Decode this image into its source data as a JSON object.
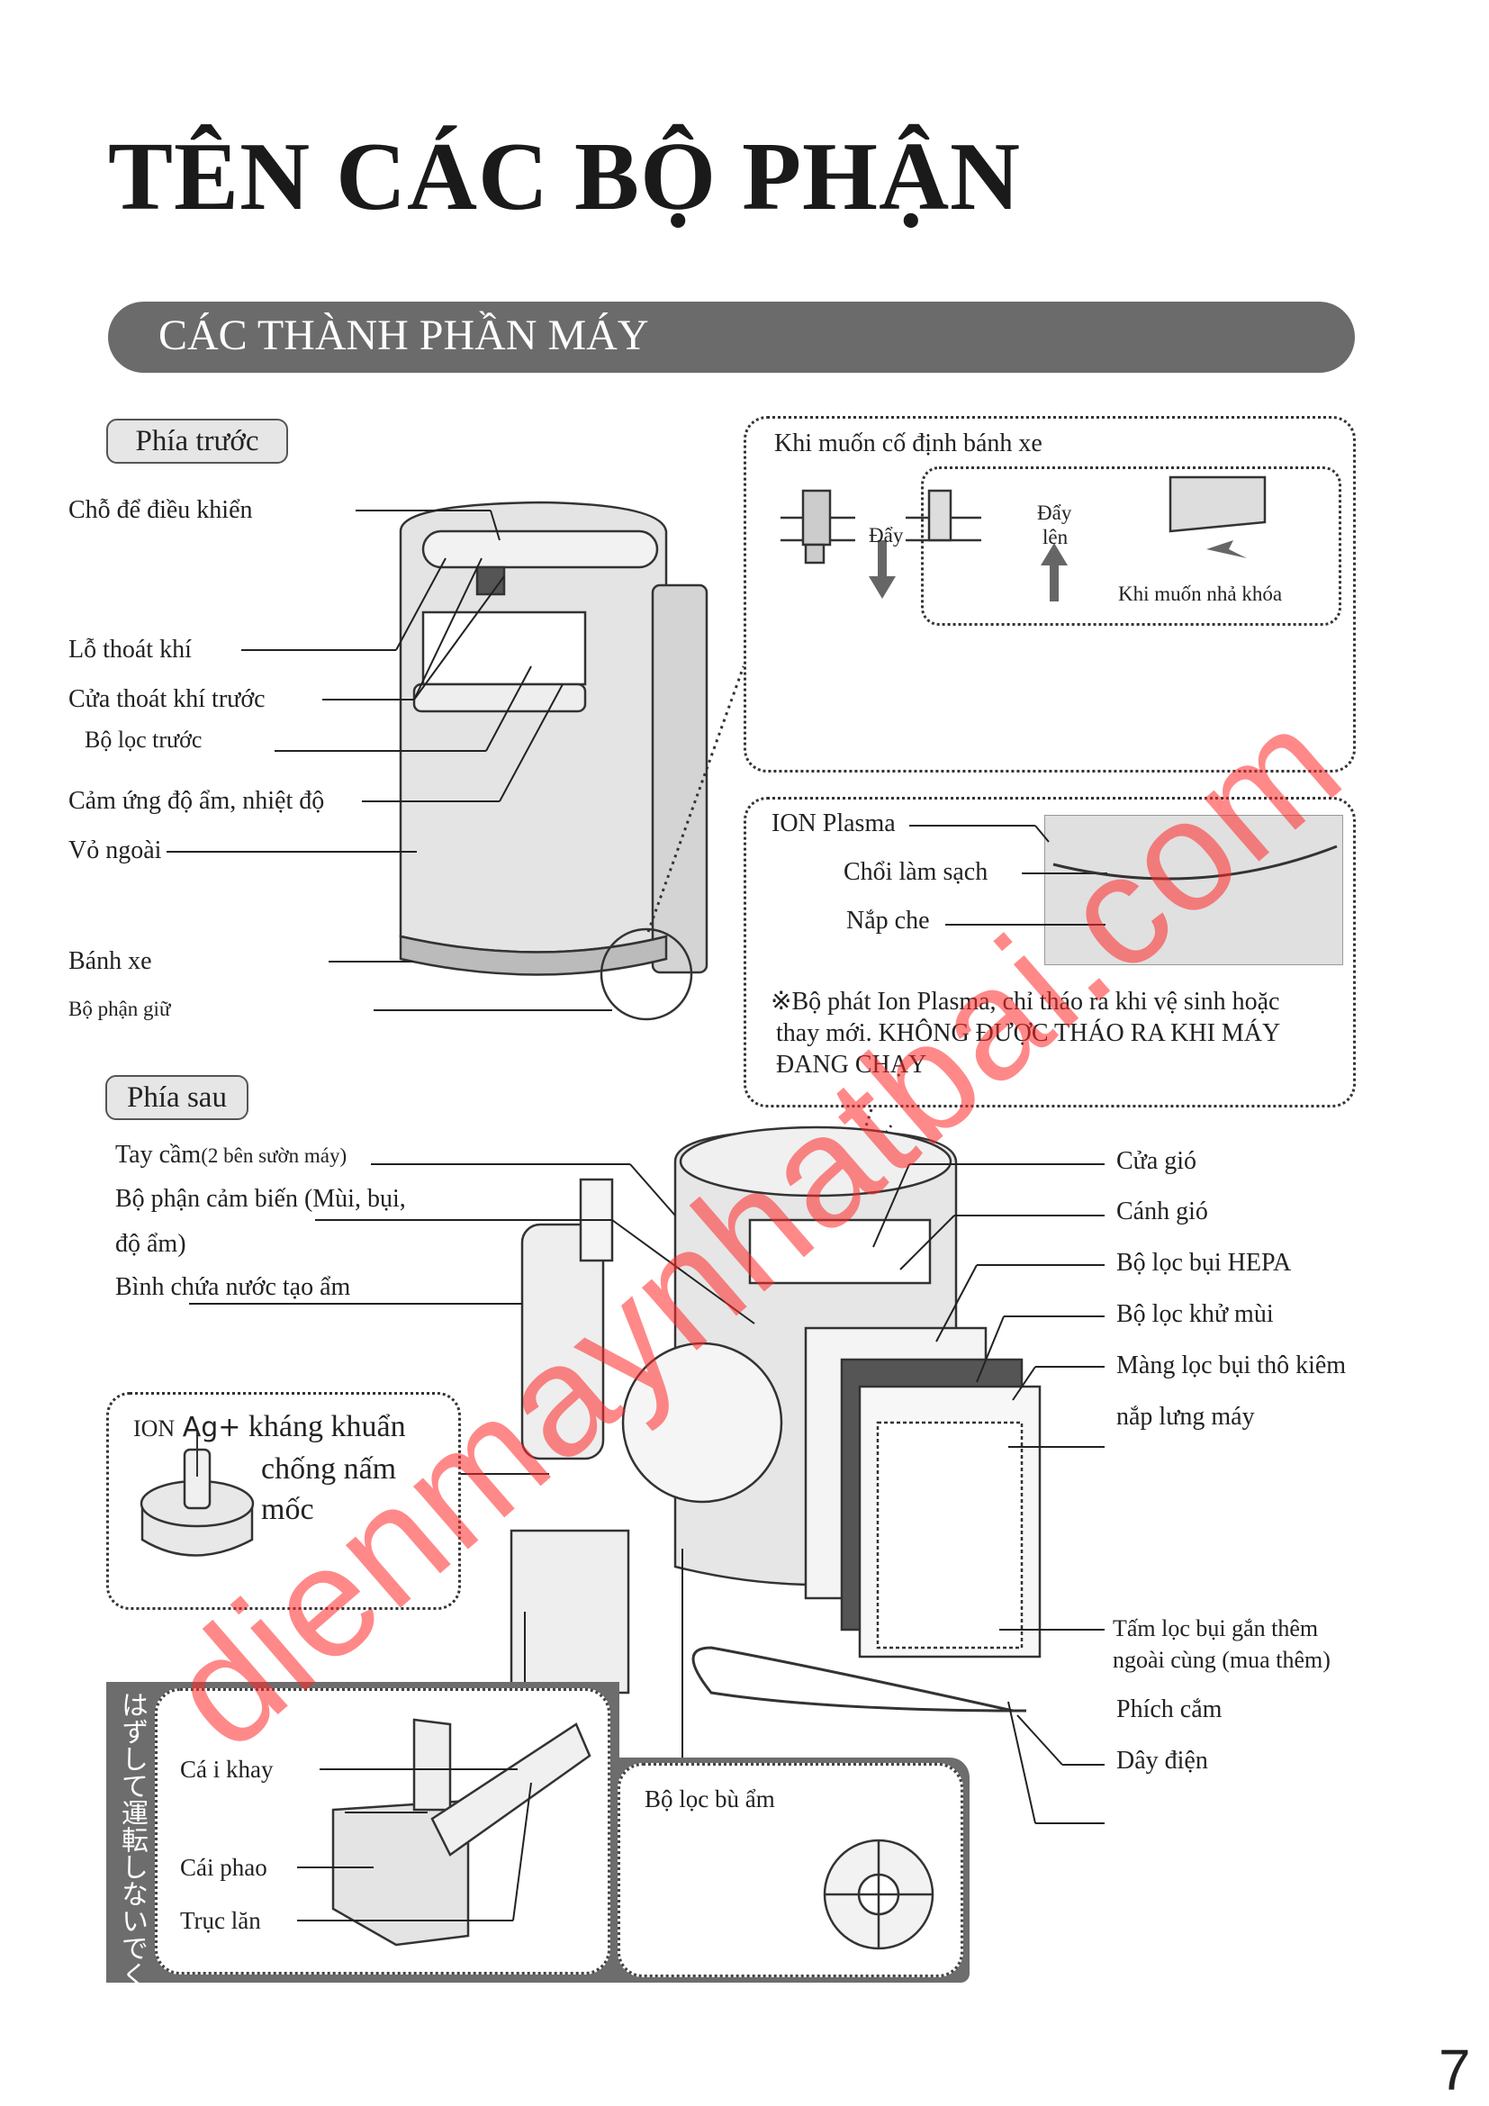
{
  "title": "TÊN CÁC BỘ PHẬN",
  "section": "CÁC THÀNH PHẦN MÁY",
  "front": {
    "heading": "Phía trước",
    "labels": [
      "Chỗ để điều khiển",
      "Lỗ thoát khí",
      "Cửa thoát khí trước",
      "Bộ lọc trước",
      "Cảm ứng độ ẩm, nhiệt độ",
      "Vỏ ngoài",
      "Bánh xe",
      "Bộ phận giữ"
    ]
  },
  "wheel_box": {
    "title": "Khi muốn cố định bánh xe",
    "push": "Đẩy",
    "push_up_1": "Đẩy",
    "push_up_2": "lên",
    "release": "Khi muốn nhả khóa"
  },
  "plasma_box": {
    "ion": "ION Plasma",
    "brush": "Chổi làm sạch",
    "cover": "Nắp che",
    "note_1": "※Bộ phát Ion Plasma, chỉ tháo ra khi vệ sinh hoặc",
    "note_2": "thay mới. KHÔNG ĐƯỢC THÁO RA KHI MÁY",
    "note_3": "ĐANG CHẠY"
  },
  "back": {
    "heading": "Phía sau",
    "left_labels": {
      "handle": "Tay cầm",
      "handle_note": "(2 bên sườn máy)",
      "sensor_1": "Bộ phận cảm biến (Mùi, bụi,",
      "sensor_2": "độ ẩm)",
      "tank": "Bình chứa nước tạo ẩm"
    },
    "right_labels": [
      "Cửa gió",
      "Cánh gió",
      "Bộ lọc bụi HEPA",
      "Bộ lọc khử mùi",
      "Màng lọc bụi thô kiêm",
      "nắp lưng máy",
      "Tấm lọc bụi gắn thêm",
      "ngoài cùng (mua thêm)",
      "Phích cắm",
      "Dây điện"
    ]
  },
  "ag_box": {
    "ion": "ION",
    "ag": "Ag+",
    "line1": "kháng khuẩn",
    "line2": "chống nấm",
    "line3": "mốc"
  },
  "tray_box": {
    "side_note": "はずして運転しないでください",
    "tray": "Cá i khay",
    "float": "Cái phao",
    "roller": "Trục lăn"
  },
  "humid_box": {
    "label": "Bộ lọc bù ẩm"
  },
  "page_number": "7",
  "watermark": "dienmaynhatbai.com",
  "colors": {
    "section_bar": "#6b6b6b",
    "watermark": "#ff2828"
  }
}
